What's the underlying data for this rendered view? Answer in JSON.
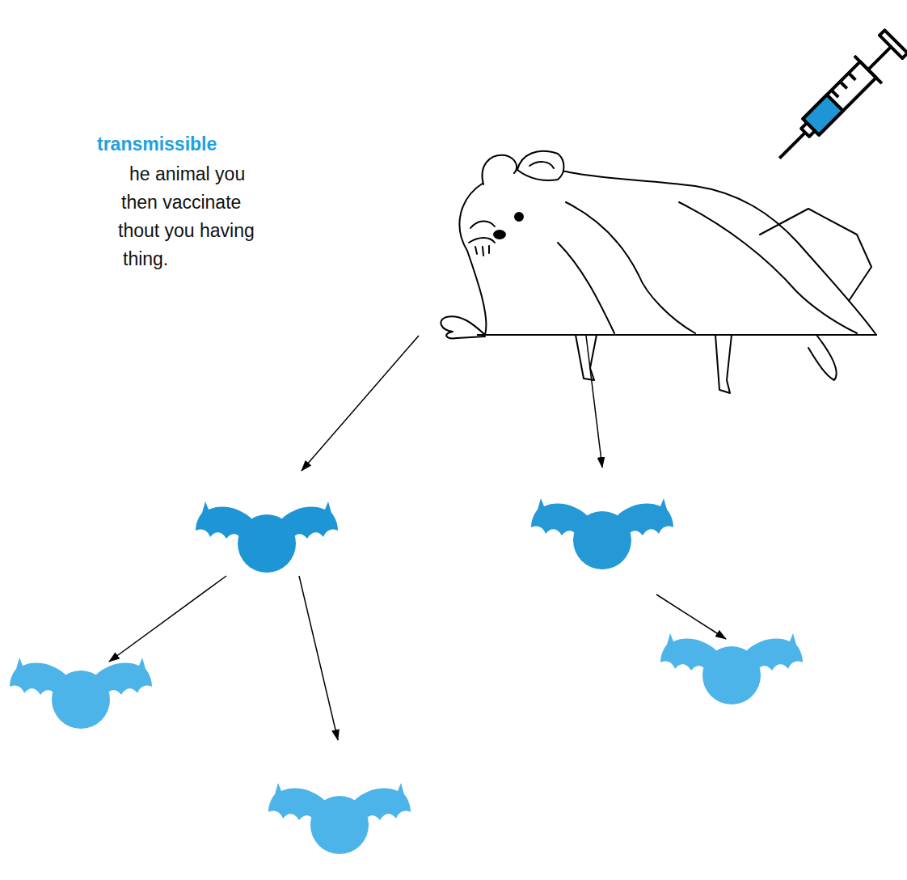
{
  "diagram": {
    "nodes": [
      {
        "text": []
      },
      {
        "text": []
      },
      {
        "text": []
      },
      {
        "text": []
      },
      {
        "text": []
      },
      {
        "text": []
      }
    ],
    "edges": [
      {
        "from": 0,
        "to": 1,
        "arrow": "to"
      },
      {
        "from": 0,
        "to": 2,
        "arrow": "to"
      },
      {
        "from": 1,
        "to": 3,
        "arrow": "to"
      },
      {
        "from": 1,
        "to": 4,
        "arrow": "to"
      },
      {
        "from": 2,
        "to": 5,
        "arrow": "to"
      }
    ],
    "labels": [
      "transmissible",
      "he animal you",
      "then vaccinate",
      "thout you having",
      "thing."
    ]
  }
}
